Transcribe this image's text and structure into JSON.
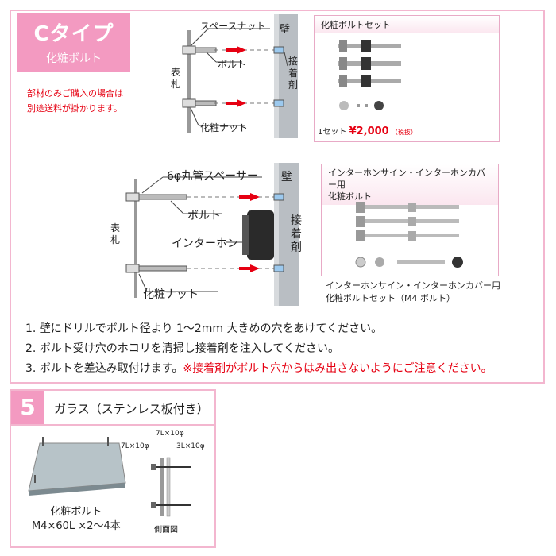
{
  "c_type": {
    "title": "Cタイプ",
    "subtitle": "化粧ボルト",
    "note_line1": "部材のみご購入の場合は",
    "note_line2": "別途送料が掛かります。"
  },
  "diagram1": {
    "space_nut": "スペースナット",
    "wall": "壁",
    "bolt": "ボルト",
    "adhesive": "接着剤",
    "nameplate": "表札",
    "decorative_nut": "化粧ナット"
  },
  "bolt_set": {
    "header": "化粧ボルトセット",
    "price_prefix": "1セット",
    "price": "¥2,000",
    "tax": "（税抜）"
  },
  "diagram2": {
    "spacer": "6φ丸管スペーサー",
    "wall": "壁",
    "bolt": "ボルト",
    "adhesive": "接着剤",
    "intercom": "インターホン",
    "nameplate": "表札",
    "decorative_nut": "化粧ナット"
  },
  "intercom_set": {
    "header_line1": "インターホンサイン・インターホンカバー用",
    "header_line2": "化粧ボルト",
    "caption_line1": "インターホンサイン・インターホンカバー用",
    "caption_line2": "化粧ボルトセット（M4 ボルト）"
  },
  "steps": {
    "step1": "1. 壁にドリルでボルト径より 1～2mm 大きめの穴をあけてください。",
    "step2": "2. ボルト受け穴のホコリを清掃し接着剤を注入してください。",
    "step3": "3. ボルトを差込み取付けます。",
    "step3_warning": "※接着剤がボルト穴からはみ出さないようにご注意ください。"
  },
  "section5": {
    "number": "5",
    "title": "ガラス（ステンレス板付き）",
    "caption_line1": "化粧ボルト",
    "caption_line2": "M4×60L ×2～4本",
    "dim_top": "7L×10φ",
    "dim_left": "7L×10φ",
    "dim_right": "3L×10φ",
    "side_view": "側面図"
  },
  "colors": {
    "accent_pink": "#f39ac1",
    "border_pink": "#f3b6cf",
    "warning_red": "#e60012"
  }
}
